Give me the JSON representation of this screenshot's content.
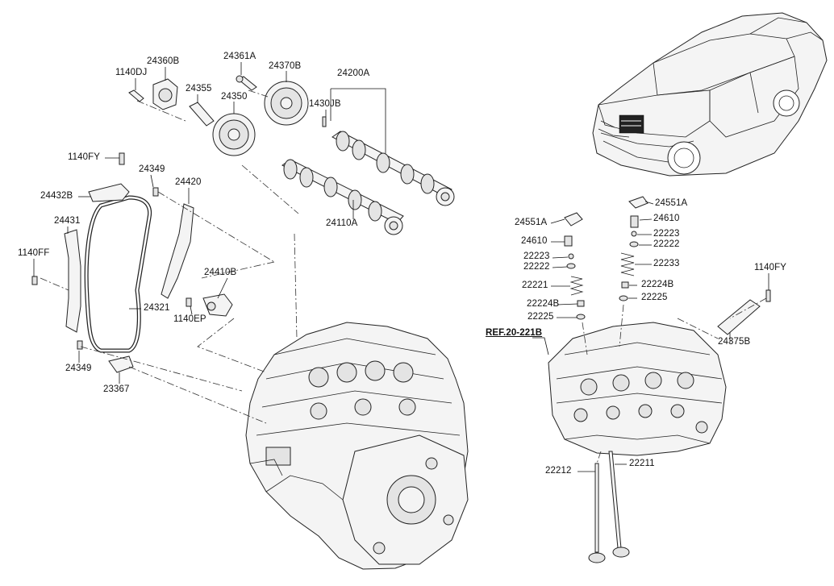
{
  "labels": {
    "l24360B": "24360B",
    "l1140DJ": "1140DJ",
    "l24361A": "24361A",
    "l24370B": "24370B",
    "l24200A": "24200A",
    "l24355": "24355",
    "l24350": "24350",
    "l1430JB": "1430JB",
    "l1140FY_left": "1140FY",
    "l24349_top": "24349",
    "l24420": "24420",
    "l24432B": "24432B",
    "l24110A": "24110A",
    "l24431": "24431",
    "l1140FF": "1140FF",
    "l24410B": "24410B",
    "l24321": "24321",
    "l1140EP": "1140EP",
    "l24349_bot": "24349",
    "l23367": "23367",
    "l24551A_left": "24551A",
    "l24551A_right": "24551A",
    "l24610_left": "24610",
    "l24610_right": "24610",
    "l22223_left": "22223",
    "l22223_right": "22223",
    "l22222_left": "22222",
    "l22222_right": "22222",
    "l22233": "22233",
    "l22221": "22221",
    "l22224B_left": "22224B",
    "l22224B_right": "22224B",
    "l22225_left": "22225",
    "l22225_right": "22225",
    "l1140FY_right": "1140FY",
    "lREF": "REF.20-221B",
    "l24375B": "24375B",
    "l22212": "22212",
    "l22211": "22211"
  }
}
